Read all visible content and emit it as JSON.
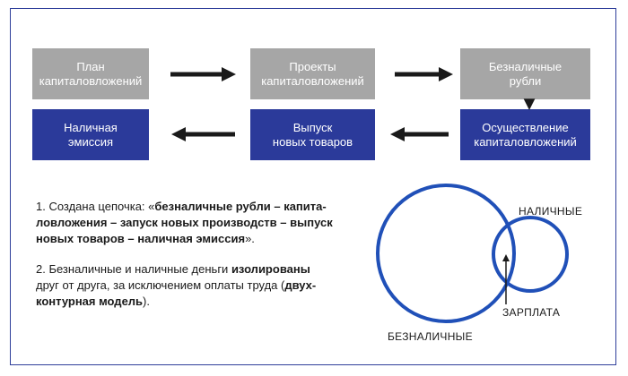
{
  "boxes": {
    "plan": "План\nкапиталовложений",
    "projects": "Проекты\nкапиталовложений",
    "noncash": "Безналичные\nрубли",
    "cash_emission": "Наличная\nэмиссия",
    "new_goods": "Выпуск\nновых товаров",
    "implementation": "Осуществление\nкапиталовложений"
  },
  "notes": {
    "n1_prefix": "1. Создана цепочка: «",
    "n1_bold1": "безналичные рубли – капита-",
    "n1_bold2": "ловложения – запуск новых производств – выпуск",
    "n1_bold3": "новых товаров – наличная эмиссия",
    "n1_suffix": "».",
    "n2_line1_prefix": "2. Безналичные и наличные деньги ",
    "n2_line1_bold": "изолированы",
    "n2_line2_prefix": "друг от друга, за исключением оплаты труда (",
    "n2_line2_bold": "двух-",
    "n2_line3_bold": "контурная модель",
    "n2_line3_suffix": ")."
  },
  "venn": {
    "small_label": "НАЛИЧНЫЕ",
    "large_label": "БЕЗНАЛИЧНЫЕ",
    "intersection_label": "ЗАРПЛАТА"
  },
  "colors": {
    "gray_box": "#a6a6a6",
    "blue_box": "#2b3a9a",
    "arrow": "#1a1a1a",
    "circle": "#2050b8"
  }
}
